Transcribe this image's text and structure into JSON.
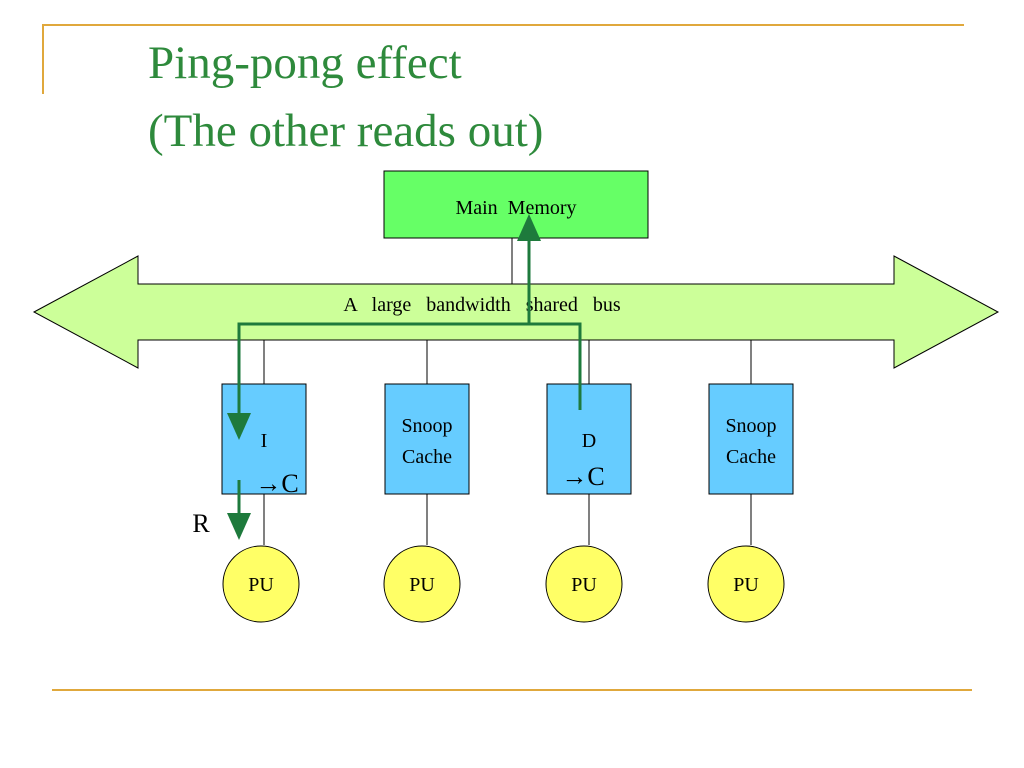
{
  "title": {
    "line1": "Ping-pong effect",
    "line2": "(The other reads out)"
  },
  "memory": {
    "label": "Main  Memory"
  },
  "bus": {
    "label": "A   large   bandwidth   shared   bus"
  },
  "caches": [
    {
      "line1": "I",
      "line2": "→C"
    },
    {
      "line1": "Snoop",
      "line2": "Cache"
    },
    {
      "line1": "D",
      "line2": "→C"
    },
    {
      "line1": "Snoop",
      "line2": "Cache"
    }
  ],
  "pus": [
    "PU",
    "PU",
    "PU",
    "PU"
  ],
  "read_label": "R",
  "colors": {
    "accent": "#e0a83c",
    "title": "#2e8a3c",
    "memory_fill": "#66ff66",
    "bus_fill": "#ccff99",
    "cache_fill": "#66ccff",
    "pu_fill": "#ffff66",
    "arrow": "#1e7a3c"
  }
}
